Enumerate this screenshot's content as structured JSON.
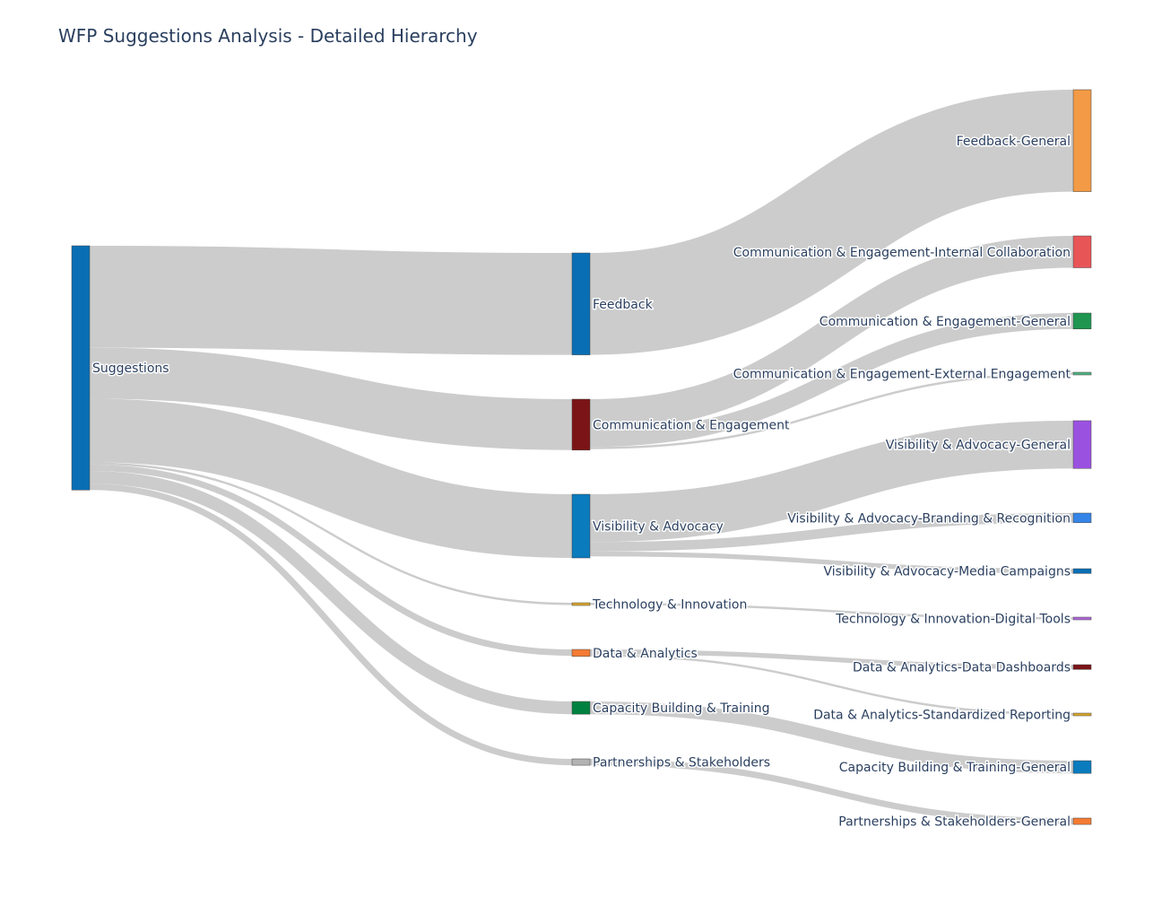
{
  "chart_data": {
    "type": "sankey",
    "title": "WFP Suggestions Analysis - Detailed Hierarchy",
    "link_color": "#cccccc",
    "nodes": [
      {
        "id": "suggestions",
        "label": "Suggestions",
        "color": "#0a6eb4",
        "level": 0
      },
      {
        "id": "feedback",
        "label": "Feedback",
        "color": "#0a6eb4",
        "level": 1
      },
      {
        "id": "comm",
        "label": "Communication & Engagement",
        "color": "#7b1416",
        "level": 1
      },
      {
        "id": "vis",
        "label": "Visibility & Advocacy",
        "color": "#0a7bbd",
        "level": 1
      },
      {
        "id": "tech",
        "label": "Technology & Innovation",
        "color": "#d9a72c",
        "level": 1
      },
      {
        "id": "data",
        "label": "Data & Analytics",
        "color": "#f47b33",
        "level": 1
      },
      {
        "id": "cap",
        "label": "Capacity Building & Training",
        "color": "#00813f",
        "level": 1
      },
      {
        "id": "part",
        "label": "Partnerships & Stakeholders",
        "color": "#b3b3b3",
        "level": 1
      },
      {
        "id": "fb_gen",
        "label": "Feedback-General",
        "color": "#f29a45",
        "level": 2
      },
      {
        "id": "ce_int",
        "label": "Communication & Engagement-Internal Collaboration",
        "color": "#e85557",
        "level": 2
      },
      {
        "id": "ce_gen",
        "label": "Communication & Engagement-General",
        "color": "#1f9550",
        "level": 2
      },
      {
        "id": "ce_ext",
        "label": "Communication & Engagement-External Engagement",
        "color": "#50b482",
        "level": 2
      },
      {
        "id": "va_gen",
        "label": "Visibility & Advocacy-General",
        "color": "#9b51e0",
        "level": 2
      },
      {
        "id": "va_brand",
        "label": "Visibility & Advocacy-Branding & Recognition",
        "color": "#3585e8",
        "level": 2
      },
      {
        "id": "va_media",
        "label": "Visibility & Advocacy-Media Campaigns",
        "color": "#0a6eb4",
        "level": 2
      },
      {
        "id": "ti_tools",
        "label": "Technology & Innovation-Digital Tools",
        "color": "#b067d9",
        "level": 2
      },
      {
        "id": "da_dash",
        "label": "Data & Analytics-Data Dashboards",
        "color": "#7b1416",
        "level": 2
      },
      {
        "id": "da_std",
        "label": "Data & Analytics-Standardized Reporting",
        "color": "#d9a72c",
        "level": 2
      },
      {
        "id": "cb_gen",
        "label": "Capacity Building & Training-General",
        "color": "#0a7bbd",
        "level": 2
      },
      {
        "id": "ps_gen",
        "label": "Partnerships & Stakeholders-General",
        "color": "#f47b33",
        "level": 2
      }
    ],
    "links": [
      {
        "source": "suggestions",
        "target": "feedback",
        "value": 32
      },
      {
        "source": "suggestions",
        "target": "comm",
        "value": 16
      },
      {
        "source": "suggestions",
        "target": "vis",
        "value": 20
      },
      {
        "source": "suggestions",
        "target": "tech",
        "value": 0.7
      },
      {
        "source": "suggestions",
        "target": "data",
        "value": 2
      },
      {
        "source": "suggestions",
        "target": "cap",
        "value": 4
      },
      {
        "source": "suggestions",
        "target": "part",
        "value": 2
      },
      {
        "source": "feedback",
        "target": "fb_gen",
        "value": 32
      },
      {
        "source": "comm",
        "target": "ce_int",
        "value": 10
      },
      {
        "source": "comm",
        "target": "ce_gen",
        "value": 5
      },
      {
        "source": "comm",
        "target": "ce_ext",
        "value": 0.7
      },
      {
        "source": "vis",
        "target": "va_gen",
        "value": 15
      },
      {
        "source": "vis",
        "target": "va_brand",
        "value": 3
      },
      {
        "source": "vis",
        "target": "va_media",
        "value": 1.5
      },
      {
        "source": "tech",
        "target": "ti_tools",
        "value": 0.7
      },
      {
        "source": "data",
        "target": "da_dash",
        "value": 1.5
      },
      {
        "source": "data",
        "target": "da_std",
        "value": 0.7
      },
      {
        "source": "cap",
        "target": "cb_gen",
        "value": 4
      },
      {
        "source": "part",
        "target": "ps_gen",
        "value": 2
      }
    ]
  }
}
